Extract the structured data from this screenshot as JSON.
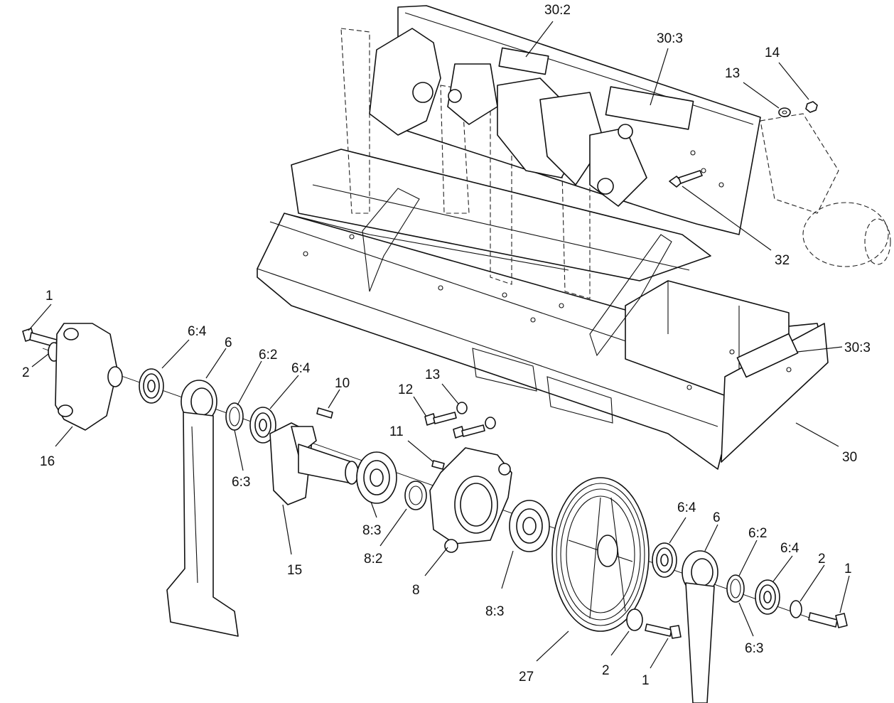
{
  "callouts": {
    "c1_top_left": "1",
    "c2_left": "2",
    "c16": "16",
    "c6_4_a": "6:4",
    "c6_a": "6",
    "c6_2_a": "6:2",
    "c6_4_b": "6:4",
    "c6_3_a": "6:3",
    "c10": "10",
    "c15": "15",
    "c13_mid": "13",
    "c12": "12",
    "c11": "11",
    "c8_3_a": "8:3",
    "c8_2": "8:2",
    "c8": "8",
    "c8_3_b": "8:3",
    "c27": "27",
    "c2_bottom": "2",
    "c1_bottom": "1",
    "c6_4_c": "6:4",
    "c6_b": "6",
    "c6_2_b": "6:2",
    "c6_4_d": "6:4",
    "c2_right": "2",
    "c1_right": "1",
    "c6_3_b": "6:3",
    "c30_2": "30:2",
    "c30_3_top": "30:3",
    "c13_top": "13",
    "c14": "14",
    "c32": "32",
    "c30_3_right": "30:3",
    "c30": "30"
  }
}
